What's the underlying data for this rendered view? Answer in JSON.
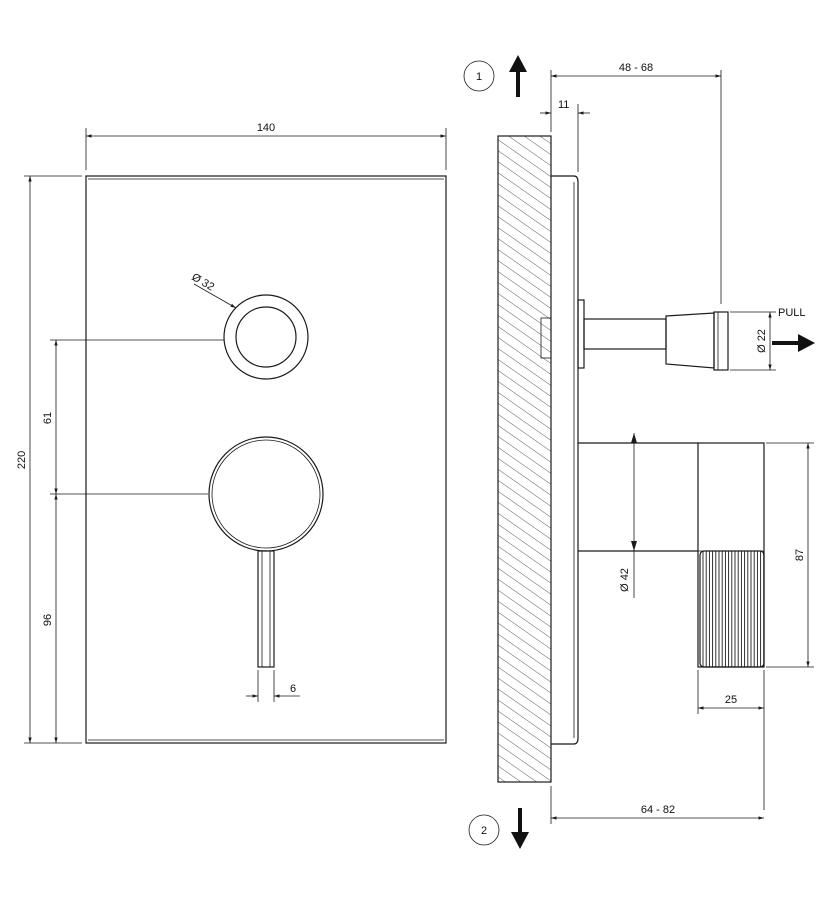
{
  "dimensions": {
    "plate_width": "140",
    "plate_height": "220",
    "knob_to_lever": "61",
    "lever_to_bottom": "96",
    "knob_diameter": "Ø 32",
    "lever_width": "6",
    "depth_range_top": "48 - 68",
    "plate_thickness": "11",
    "knob_shaft_diameter": "Ø 22",
    "lever_hub_diameter": "Ø 42",
    "lever_height": "87",
    "lever_depth": "25",
    "depth_range_bottom": "64 - 82"
  },
  "labels": {
    "pull": "PULL",
    "step_1": "1",
    "step_2": "2"
  },
  "colors": {
    "line": "#1a1a1a",
    "background": "#ffffff"
  }
}
